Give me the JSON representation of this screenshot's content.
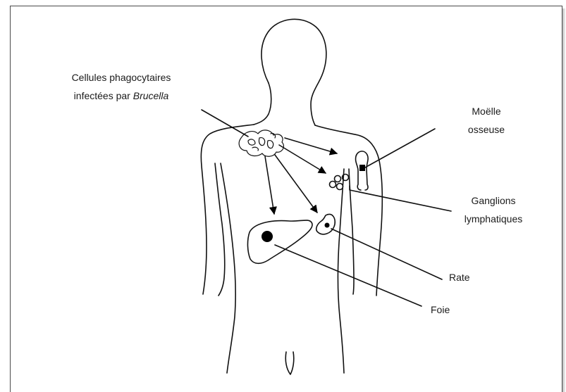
{
  "labels": {
    "phagocytes": {
      "line1": "Cellules phagocytaires",
      "line2_prefix": "infectées par ",
      "line2_italic": "Brucella"
    },
    "bone_marrow": {
      "line1": "Moëlle",
      "line2": "osseuse"
    },
    "lymph_nodes": {
      "line1": "Ganglions",
      "line2": "lymphatiques"
    },
    "spleen": "Rate",
    "liver": "Foie"
  }
}
